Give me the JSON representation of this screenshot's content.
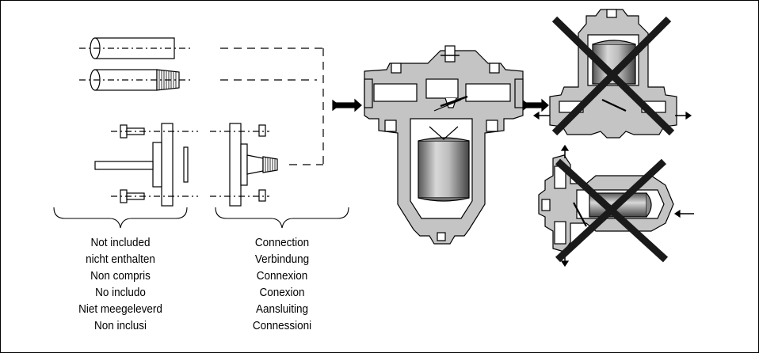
{
  "captions": {
    "left": [
      "Not included",
      "nicht enthalten",
      "Non compris",
      "No includo",
      "Niet meegeleverd",
      "Non inclusi"
    ],
    "right": [
      "Connection",
      "Verbindung",
      "Connexion",
      "Conexion",
      "Aansluiting",
      "Connessioni"
    ]
  },
  "colors": {
    "body_fill": "#c4c4c4",
    "float_dark": "#6e6e6e",
    "line": "#000000",
    "cross": "#1a1a1a"
  }
}
